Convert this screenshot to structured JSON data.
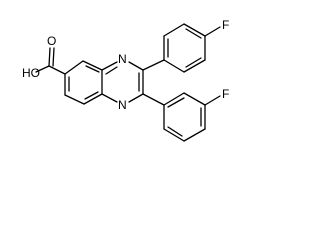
{
  "molecule": {
    "atom_labels": {
      "oh": "HO",
      "carbonyl_oxygen": "O",
      "ring_n_top": "N",
      "ring_n_bottom": "N",
      "fluorine_top": "F",
      "fluorine_bottom": "F"
    }
  }
}
